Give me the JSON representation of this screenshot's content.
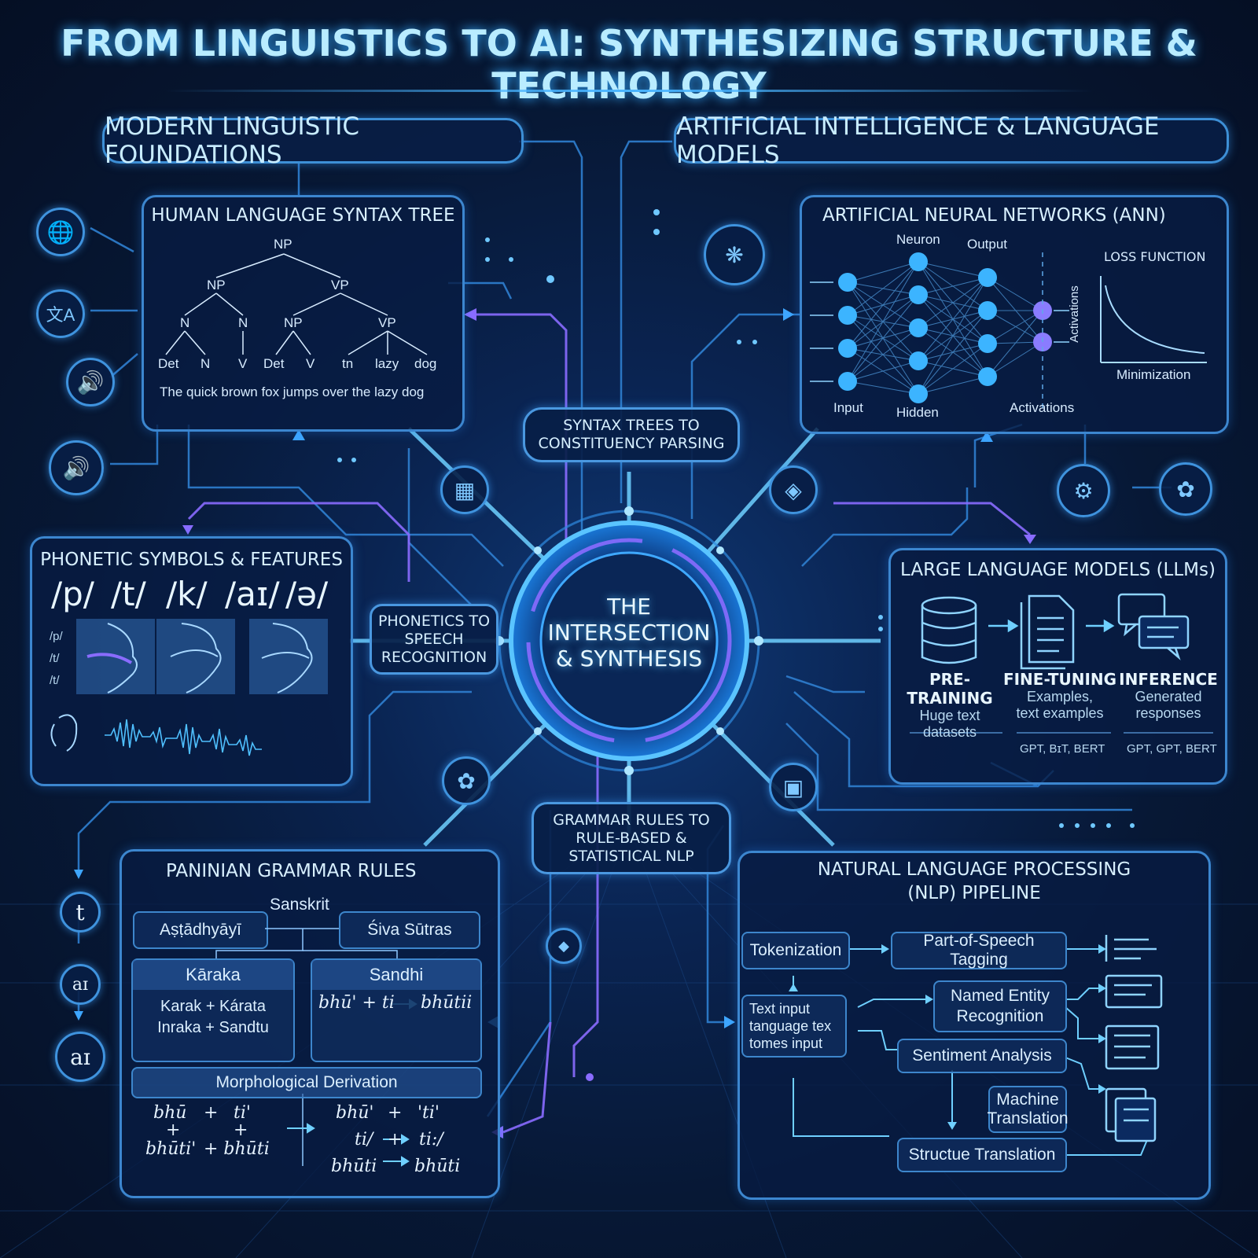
{
  "title": "FROM LINGUISTICS TO AI: SYNTHESIZING STRUCTURE & TECHNOLOGY",
  "left_header": "MODERN LINGUISTIC FOUNDATIONS",
  "right_header": "ARTIFICIAL INTELLIGENCE & LANGUAGE MODELS",
  "hub": {
    "line1": "THE",
    "line2": "INTERSECTION",
    "line3": "& SYNTHESIS"
  },
  "bridges": {
    "syntax": [
      "SYNTAX TREES TO",
      "CONSTITUENCY PARSING"
    ],
    "phonetics": [
      "PHONETICS TO",
      "SPEECH",
      "RECOGNITION"
    ],
    "grammar": [
      "GRAMMAR RULES TO",
      "RULE-BASED &",
      "STATISTICAL NLP"
    ]
  },
  "syntax_tree": {
    "title": "HUMAN LANGUAGE SYNTAX TREE",
    "root": "NP",
    "level1": [
      "NP",
      "VP"
    ],
    "level2": [
      "N",
      "N",
      "NP",
      "VP"
    ],
    "leaves": [
      "Det",
      "N",
      "V",
      "Det",
      "V",
      "tn",
      "lazy",
      "dog"
    ],
    "sentence": "The quick brown fox jumps over the lazy dog"
  },
  "ann": {
    "title": "ARTIFICIAL NEURAL NETWORKS (ANN)",
    "neuron": "Neuron",
    "output": "Output",
    "input": "Input",
    "hidden": "Hidden",
    "activations": "Activations",
    "loss_title": "LOSS FUNCTION",
    "loss_y": "Activations",
    "loss_x": "Minimization"
  },
  "phonetic": {
    "title": "PHONETIC SYMBOLS & FEATURES",
    "symbols": [
      "/p/",
      "/t/",
      "/k/",
      "/aɪ/",
      "/ə/"
    ],
    "side_labels": [
      "/p/",
      "/t/",
      "/t/"
    ]
  },
  "llm": {
    "title": "LARGE LANGUAGE MODELS (LLMs)",
    "stages": [
      {
        "name": "PRE-TRAINING",
        "desc1": "Huge text",
        "desc2": "datasets",
        "foot": ""
      },
      {
        "name": "FINE-TUNING",
        "desc1": "Examples,",
        "desc2": "text examples",
        "foot": "GPT, BɪT, BERT"
      },
      {
        "name": "INFERENCE",
        "desc1": "Generated",
        "desc2": "responses",
        "foot": "GPT, GPT, BERT"
      }
    ]
  },
  "panini": {
    "title": "PANINIAN GRAMMAR RULES",
    "sanskrit": "Sanskrit",
    "ashtadhyayi": "Aṣṭādhyāyī",
    "shiva": "Śiva Sūtras",
    "karaka": "Kāraka",
    "karaka_l1": "Karak + Kárata",
    "karaka_l2": "Inraka + Sandtu",
    "sandhi": "Sandhi",
    "sandhi_a": "bhū' + ti",
    "sandhi_b": "bhūtii",
    "morph": "Morphological Derivation",
    "m_left": [
      "bhū",
      "+",
      "ti'",
      "+",
      "+",
      "bhūti'",
      "+ bhūti"
    ],
    "m_right": [
      "bhū'",
      "+",
      "'ti'",
      "ti/",
      "+",
      "ti:/",
      "bhūti",
      "bhūti"
    ]
  },
  "side_symbols": [
    "t",
    "aɪ",
    "aɪ"
  ],
  "nlp": {
    "title_l1": "NATURAL LANGUAGE PROCESSING",
    "title_l2": "(NLP) PIPELINE",
    "tokenization": "Tokenization",
    "pos": "Part-of-Speech Tagging",
    "input_l1": "Text input",
    "input_l2": "tanguage tex",
    "input_l3": "tomes input",
    "ner_l1": "Named Entity",
    "ner_l2": "Recognition",
    "sentiment": "Sentiment Analysis",
    "mt_l1": "Machine",
    "mt_l2": "Translation",
    "structure": "Structue Translation"
  },
  "colors": {
    "accent": "#3ea6ff",
    "glow": "#7fd8ff",
    "purple": "#8a6cff",
    "bg": "#071835"
  }
}
